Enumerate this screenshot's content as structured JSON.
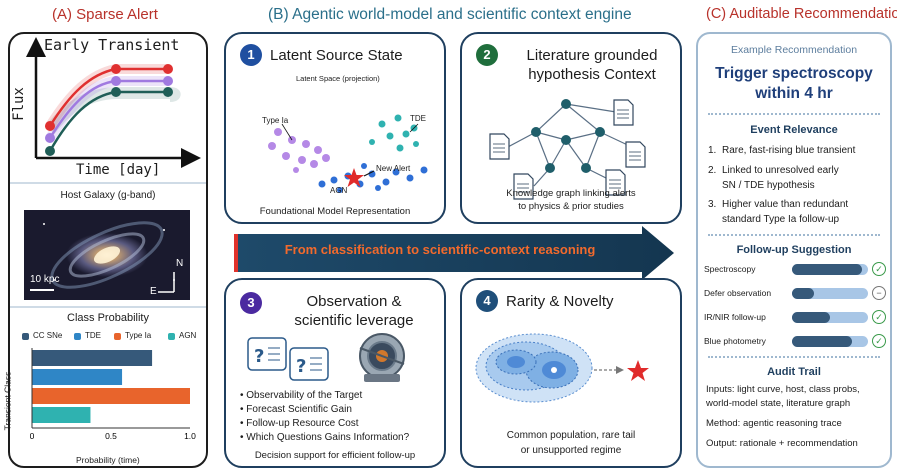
{
  "panelA": {
    "title": "(A) Sparse Alert",
    "lightcurve": {
      "title": "Early Transient",
      "xlabel": "Time [day]",
      "ylabel": "Flux"
    },
    "host": {
      "title": "Host Galaxy (g-band)",
      "scale": "10 kpc",
      "north": "N",
      "east": "E"
    },
    "classprob": {
      "title": "Class Probability",
      "legend": [
        "CC SNe",
        "TDE",
        "Type Ia",
        "AGN"
      ],
      "ylabel": "Transient Class",
      "xlabel": "Probability (time)",
      "ticks": [
        "0",
        "0.5",
        "1.0"
      ]
    }
  },
  "panelB": {
    "title": "(B) Agentic world-model and scientific context engine",
    "card1": {
      "num": "1",
      "title": "Latent Source State",
      "subtitle": "Latent Space (projection)",
      "labels": {
        "typeia": "Type Ia",
        "tde": "TDE",
        "agn": "AGN",
        "newalert": "New Alert"
      },
      "caption": "Foundational Model Representation"
    },
    "card2": {
      "num": "2",
      "title_l1": "Literature grounded",
      "title_l2": "hypothesis Context",
      "caption_l1": "Knowledge graph linking alerts",
      "caption_l2": "to physics & prior studies"
    },
    "banner": "From classification to scientific-context reasoning",
    "card3": {
      "num": "3",
      "title_l1": "Observation &",
      "title_l2": "scientific leverage",
      "bullets": [
        "Observability of the Target",
        "Forecast Scientific Gain",
        "Follow-up Resource Cost",
        "Which Questions Gains Information?"
      ],
      "caption": "Decision support for efficient follow-up"
    },
    "card4": {
      "num": "4",
      "title": "Rarity & Novelty",
      "caption_l1": "Common population, rare tail",
      "caption_l2": "or unsupported regime"
    }
  },
  "panelC": {
    "title": "(C) Auditable Recommendation",
    "example_label": "Example Recommendation",
    "rec_l1": "Trigger spectroscopy",
    "rec_l2": "within 4 hr",
    "relevance": {
      "title": "Event Relevance",
      "items": [
        {
          "n": "1.",
          "l1": "Rare, fast-rising blue transient",
          "l2": ""
        },
        {
          "n": "2.",
          "l1": "Linked to unresolved early",
          "l2": "SN / TDE hypothesis"
        },
        {
          "n": "3.",
          "l1": "Higher value than redundant",
          "l2": "standard Type Ia follow-up"
        }
      ]
    },
    "followup": {
      "title": "Follow-up Suggestion",
      "rows": [
        {
          "label": "Spectroscopy",
          "fill": 0.92,
          "status": "check-icon"
        },
        {
          "label": "Defer observation",
          "fill": 0.29,
          "status": "minus-icon"
        },
        {
          "label": "IR/NIR follow-up",
          "fill": 0.5,
          "status": "check-icon"
        },
        {
          "label": "Blue photometry",
          "fill": 0.79,
          "status": "check-icon"
        }
      ]
    },
    "audit": {
      "title": "Audit Trail",
      "inputs_l1": "Inputs: light curve, host, class probs,",
      "inputs_l2": "world-model state, literature graph",
      "method": "Method: agentic reasoning trace",
      "output": "Output: rationale + recommendation"
    }
  },
  "colors": {
    "accent_red": "#b8322b",
    "teal_title": "#2a6f8a",
    "navy": "#1f3f5f",
    "dark_blue": "#1f4f7a",
    "ccsne": "#36597a",
    "tde": "#2f86c6",
    "typeia": "#e8642c",
    "agn": "#2fb2b0",
    "green_check": "#3a9a4a"
  },
  "chart_data": {
    "type": "bar",
    "title": "Class Probability",
    "categories": [
      "CC SNe",
      "TDE",
      "Type Ia",
      "AGN"
    ],
    "values": [
      0.76,
      0.57,
      1.0,
      0.37
    ],
    "xlabel": "Probability (time)",
    "ylabel": "Transient Class",
    "xlim": [
      0,
      1.0
    ],
    "orientation": "horizontal"
  }
}
